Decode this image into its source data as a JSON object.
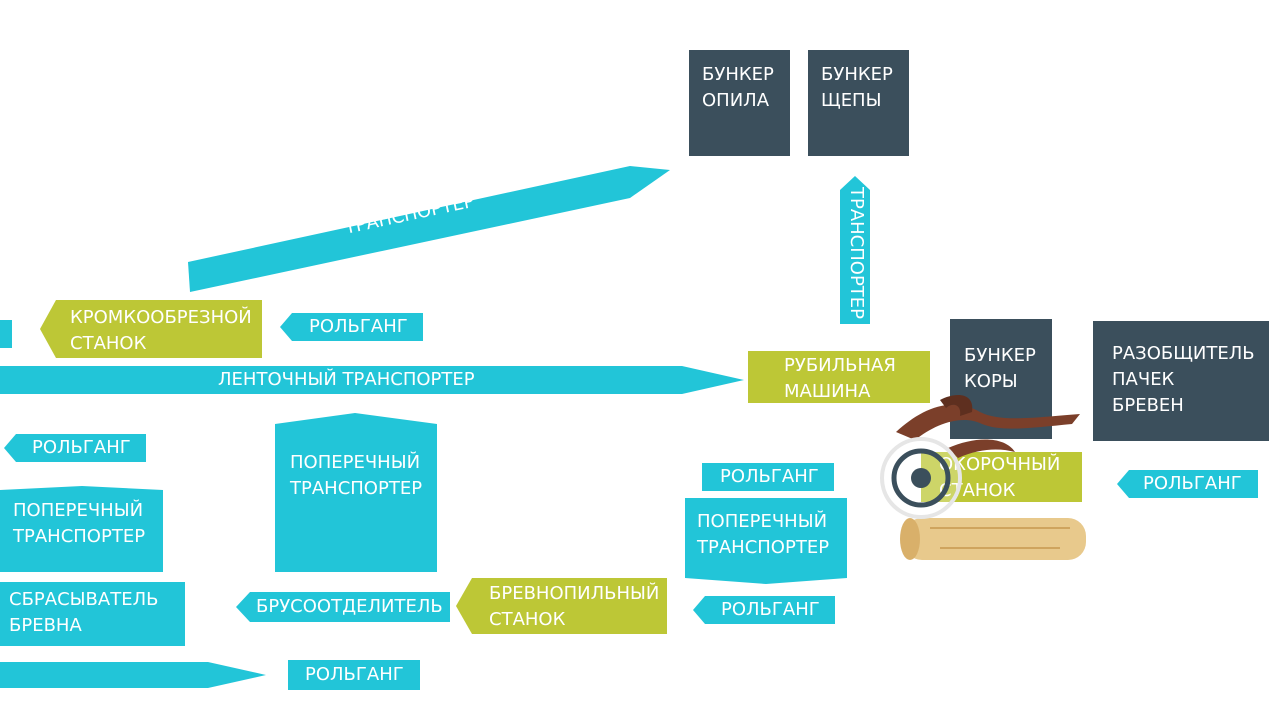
{
  "colors": {
    "conveyor": "#22c5d8",
    "machine": "#bdc736",
    "bunker": "#3b4f5c",
    "bark": "#7b3f2a",
    "log": "#e8c98c"
  },
  "bunkers": {
    "sawdust": "БУНКЕР\nОПИЛА",
    "chips": "БУНКЕР\nЩЕПЫ",
    "bark": "БУНКЕР\nКОРЫ",
    "separator": "РАЗОБЩИТЕЛЬ\nПАЧЕК\nБРЕВЕН"
  },
  "transporters": {
    "diagonal": "ТРАНСПОРТЕР",
    "vertical": "ТРАНСПОРТЕР",
    "belt": "ЛЕНТОЧНЫЙ ТРАНСПОРТЕР",
    "cross_center": "ПОПЕРЕЧНЫЙ\nТРАНСПОРТЕР",
    "cross_left": "ПОПЕРЕЧНЫЙ\nТРАНСПОРТЕР",
    "cross_right": "ПОПЕРЕЧНЫЙ\nТРАНСПОРТЕР"
  },
  "machines": {
    "edger": "КРОМКООБРЕЗНОЙ\nСТАНОК",
    "chipper": "РУБИЛЬНАЯ\nМАШИНА",
    "debarker": "ОКОРОЧНЫЙ\nСТАНОК",
    "log_saw": "БРЕВНОПИЛЬНЫЙ\nСТАНОК"
  },
  "rollers": {
    "r1": "РОЛЬГАНГ",
    "r2": "РОЛЬГАНГ",
    "r3": "РОЛЬГАНГ",
    "r4": "РОЛЬГАНГ",
    "r5": "РОЛЬГАНГ",
    "r6": "РОЛЬГАНГ"
  },
  "other": {
    "cant_separator": "БРУСООТДЕЛИТЕЛЬ",
    "log_dropper": "СБРАСЫВАТЕЛЬ\nБРЕВНА"
  }
}
